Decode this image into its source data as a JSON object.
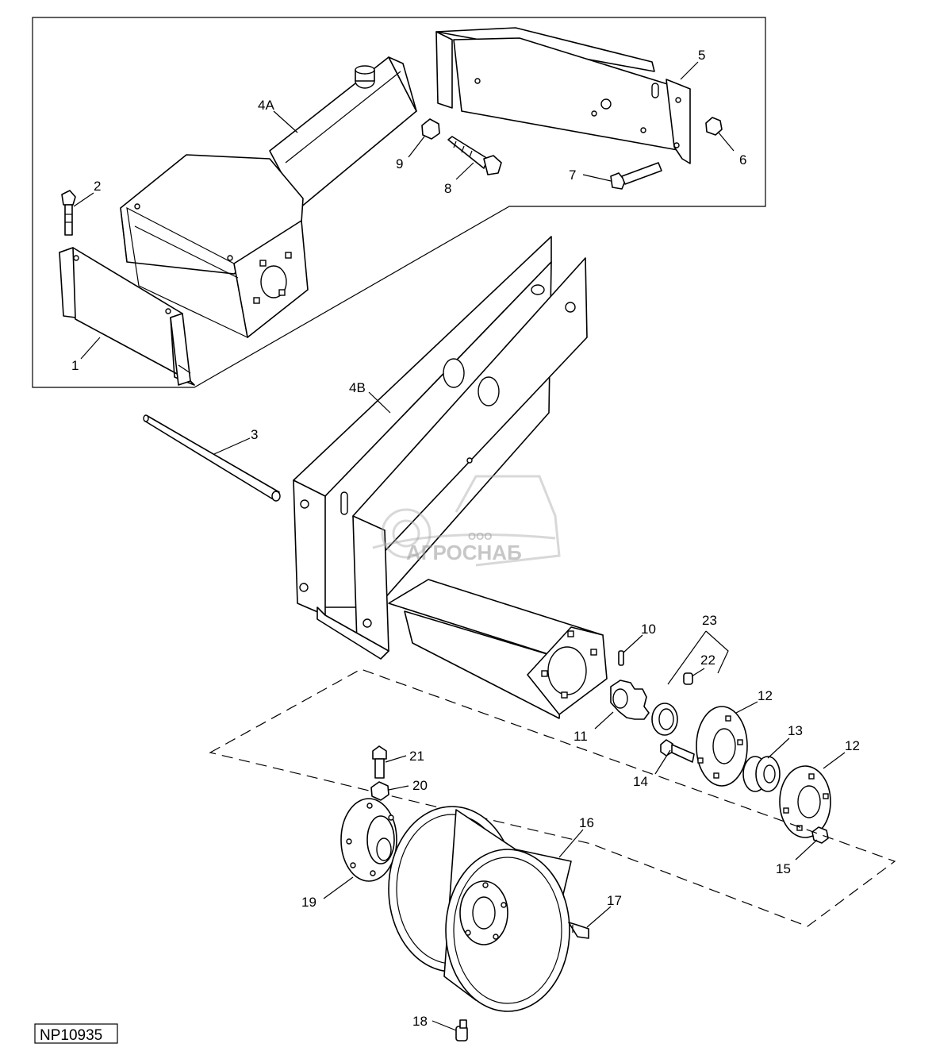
{
  "figure_code": "NP10935",
  "watermark": {
    "prefix": "ООО",
    "brand": "АГРОСНАБ"
  },
  "callouts": [
    {
      "id": "1",
      "text": "1"
    },
    {
      "id": "2",
      "text": "2"
    },
    {
      "id": "3",
      "text": "3"
    },
    {
      "id": "4a",
      "text": "4A"
    },
    {
      "id": "4b",
      "text": "4B"
    },
    {
      "id": "5",
      "text": "5"
    },
    {
      "id": "6",
      "text": "6"
    },
    {
      "id": "7",
      "text": "7"
    },
    {
      "id": "8",
      "text": "8"
    },
    {
      "id": "9",
      "text": "9"
    },
    {
      "id": "10",
      "text": "10"
    },
    {
      "id": "11",
      "text": "11"
    },
    {
      "id": "12a",
      "text": "12"
    },
    {
      "id": "12b",
      "text": "12"
    },
    {
      "id": "13",
      "text": "13"
    },
    {
      "id": "14",
      "text": "14"
    },
    {
      "id": "15",
      "text": "15"
    },
    {
      "id": "16",
      "text": "16"
    },
    {
      "id": "17",
      "text": "17"
    },
    {
      "id": "18",
      "text": "18"
    },
    {
      "id": "19",
      "text": "19"
    },
    {
      "id": "20",
      "text": "20"
    },
    {
      "id": "21",
      "text": "21"
    },
    {
      "id": "22",
      "text": "22"
    },
    {
      "id": "23",
      "text": "23"
    }
  ]
}
